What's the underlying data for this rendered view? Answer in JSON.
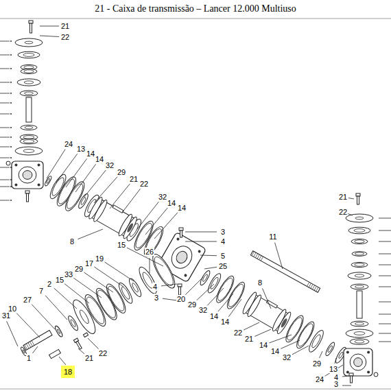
{
  "diagram": {
    "title": "21 - Caixa de transmissão – Lancer 12.000 Multiuso",
    "nodes": [
      {
        "text": [
          "18"
        ]
      }
    ],
    "labels": [
      "21",
      "22",
      "24",
      "13",
      "14",
      "14",
      "32",
      "29",
      "21",
      "22",
      "32",
      "14",
      "14",
      "8",
      "3",
      "4",
      "5",
      "25",
      "15",
      "26",
      "19",
      "17",
      "29",
      "33",
      "15",
      "2",
      "7",
      "27",
      "10",
      "31",
      "4",
      "3",
      "20",
      "29",
      "32",
      "14",
      "14",
      "11",
      "8",
      "22",
      "21",
      "14",
      "14",
      "32",
      "29",
      "13",
      "24",
      "4",
      "3",
      "21",
      "22",
      "1",
      "21",
      "22"
    ]
  }
}
